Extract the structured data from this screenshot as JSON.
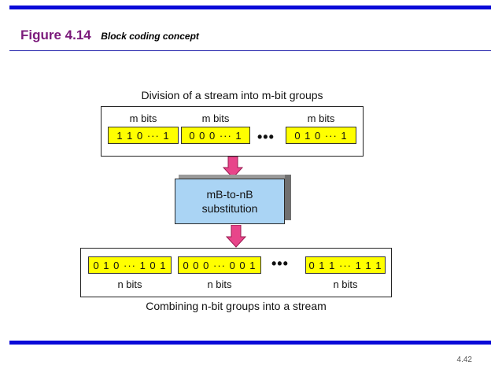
{
  "header": {
    "figure_number": "Figure 4.14",
    "figure_caption": "Block coding concept"
  },
  "top_section": {
    "caption": "Division of a stream into m-bit groups",
    "groups": [
      {
        "label": "m bits",
        "bits": "1 1 0  ···  1"
      },
      {
        "label": "m bits",
        "bits": "0 0 0  ···  1"
      },
      {
        "label": "m bits",
        "bits": "0 1 0  ···  1"
      }
    ],
    "ellipsis": "•••"
  },
  "substitution": {
    "line1": "mB-to-nB",
    "line2": "substitution"
  },
  "bottom_section": {
    "caption": "Combining n-bit groups into a stream",
    "groups": [
      {
        "label": "n bits",
        "bits": "0 1 0  ···  1 0 1"
      },
      {
        "label": "n bits",
        "bits": "0 0 0  ···  0 0 1"
      },
      {
        "label": "n bits",
        "bits": "0 1 1  ···  1 1 1"
      }
    ],
    "ellipsis": "•••"
  },
  "footer": {
    "slide_number": "4.42"
  },
  "colors": {
    "rule": "#0a0ad8",
    "title": "#7b1a7b",
    "bit_box": "#ffff00",
    "arrow": "#e8458a",
    "substitution_box": "#aad4f4"
  }
}
